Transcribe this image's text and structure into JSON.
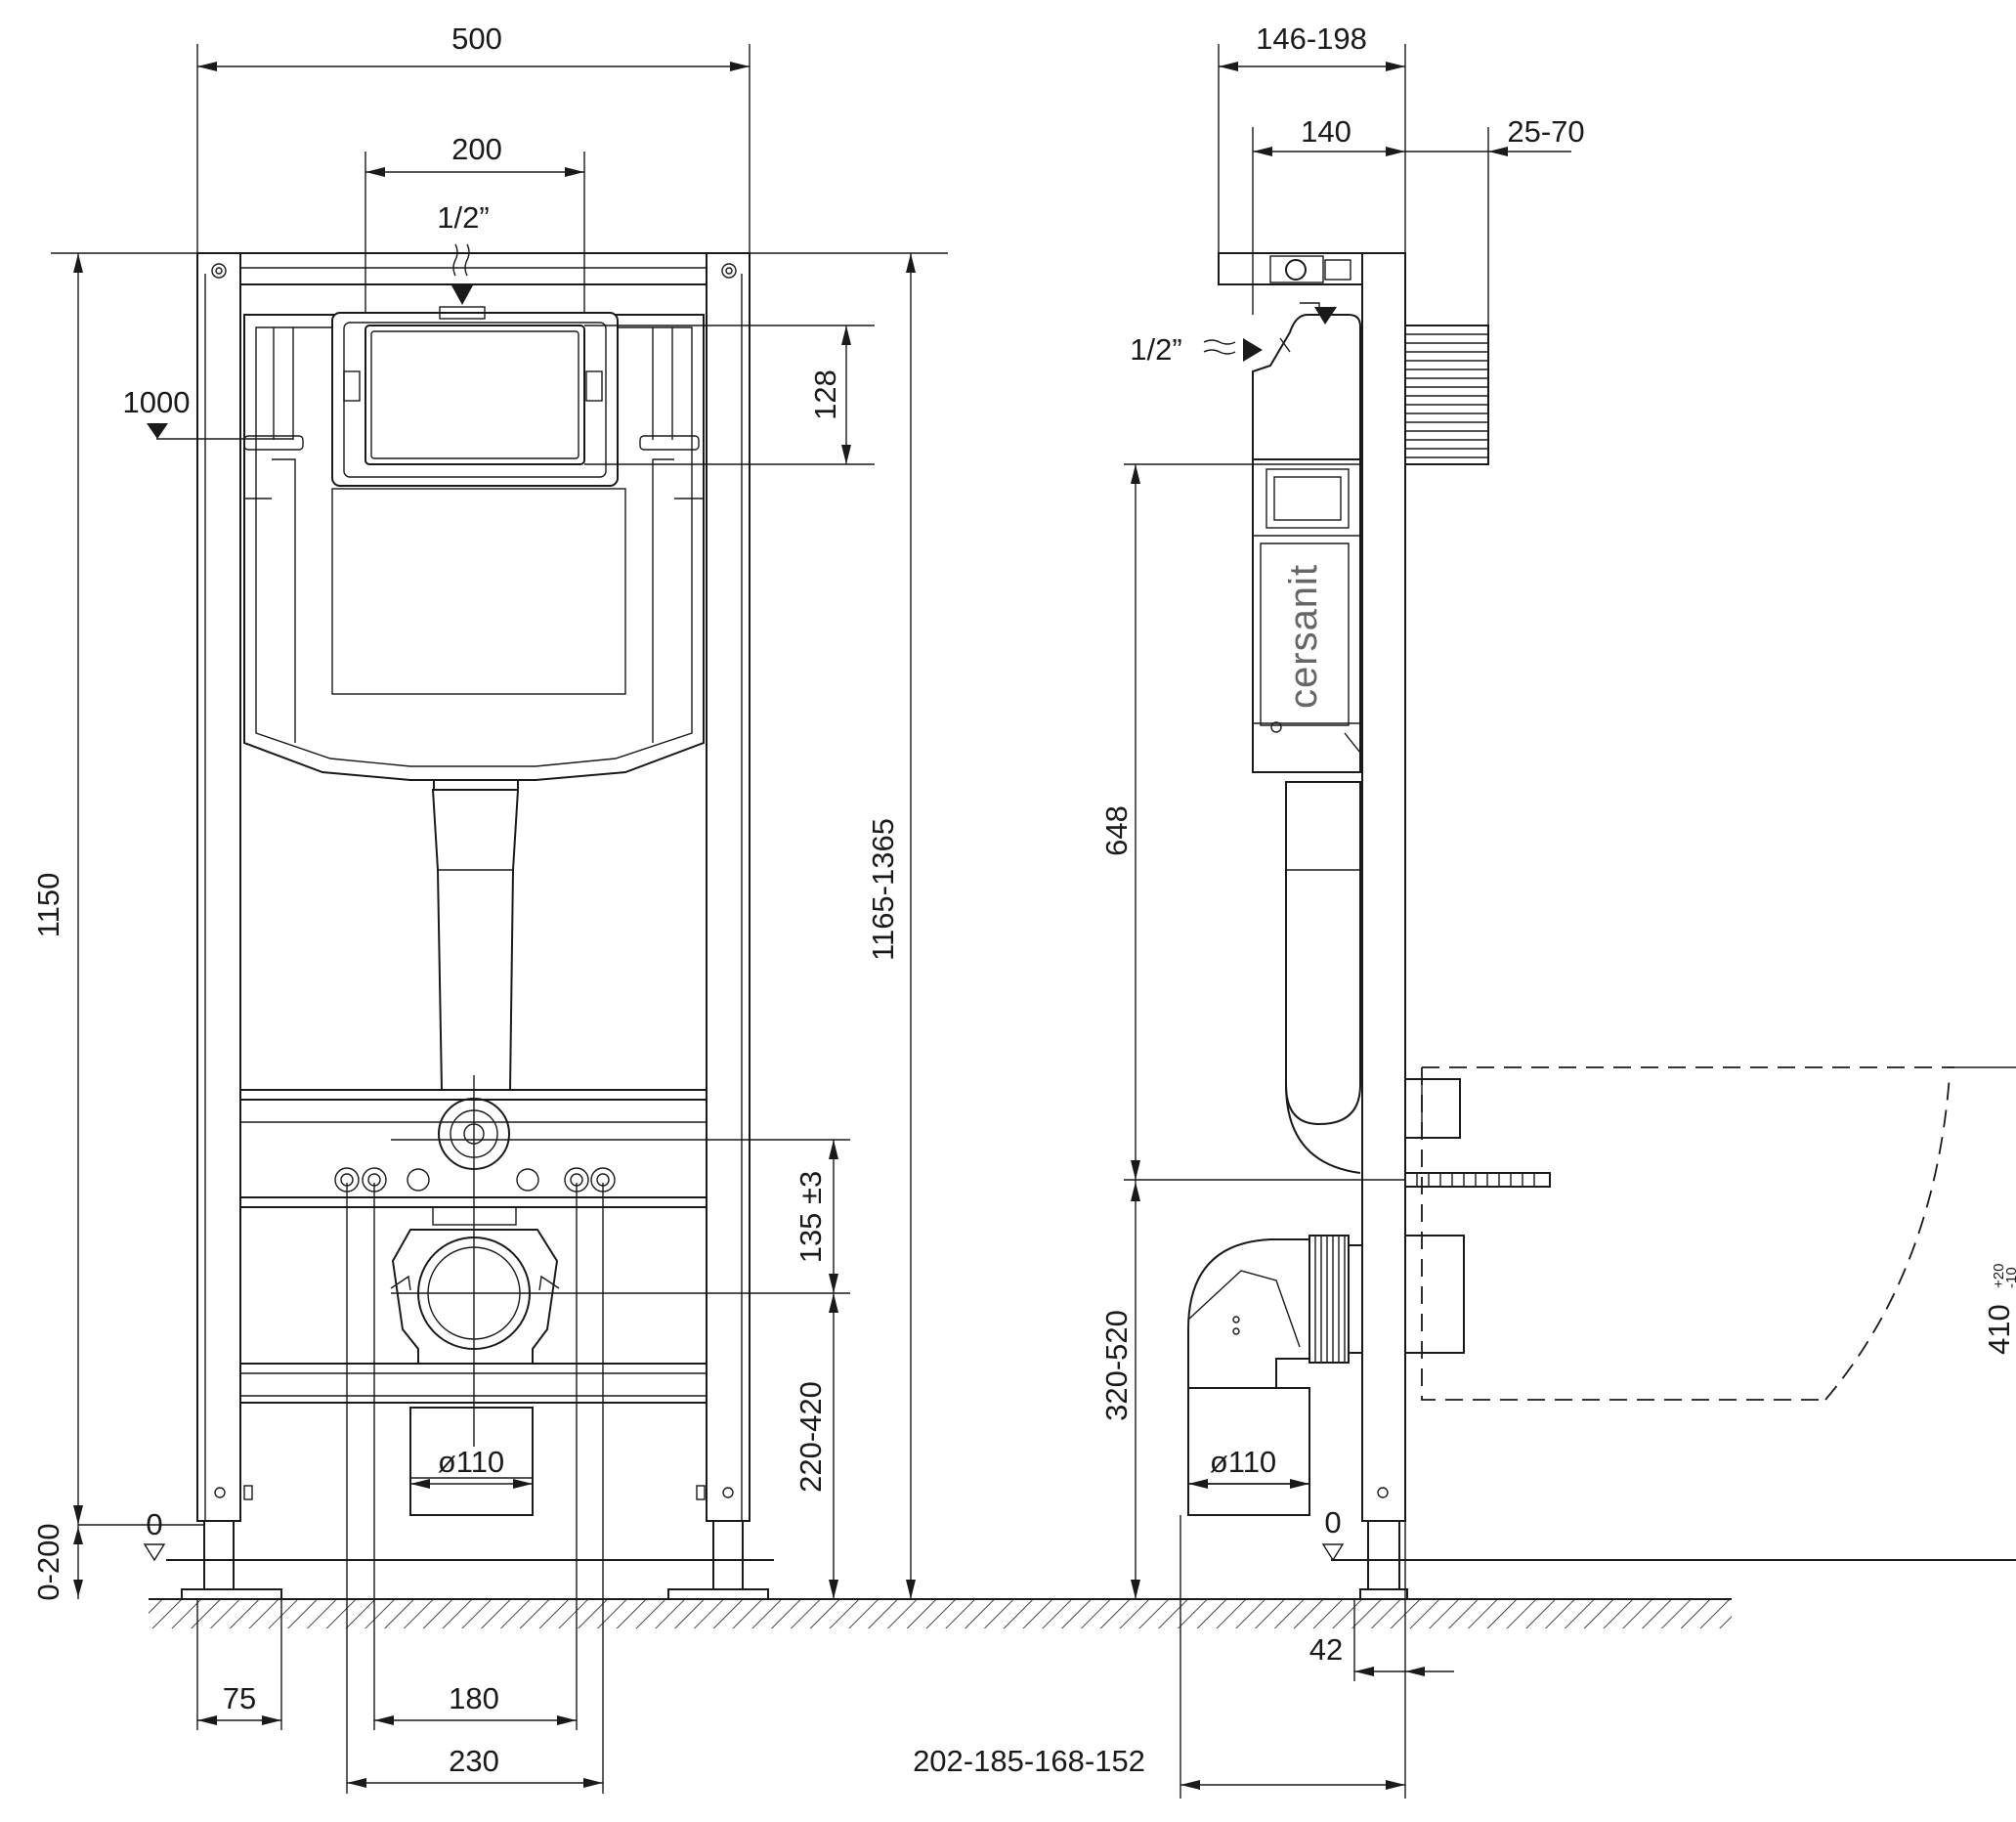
{
  "colors": {
    "line": "#1a1a1a",
    "background": "#ffffff",
    "brand_text": "#666666"
  },
  "brand": "cersanit",
  "front_view": {
    "width_total": "500",
    "button_width": "200",
    "inlet": "1/2”",
    "height_frame": "1150",
    "height_adjustable": "1165-1365",
    "button_height": "128",
    "button_center_height": "1000",
    "bolt_spacing": "135 ±3",
    "outlet_height": "220-420",
    "outlet_diameter": "ø110",
    "leg_adjust": "0-200",
    "zero_level": "0",
    "leg_offset": "75",
    "stud_spacing_inner": "180",
    "stud_spacing_outer": "230"
  },
  "side_view": {
    "depth_total": "146-198",
    "depth_frame": "140",
    "wall_range": "25-70",
    "inlet": "1/2”",
    "tank_height": "648",
    "outlet_height": "320-520",
    "outlet_diameter": "ø110",
    "zero_level": "0",
    "foot_offset": "42",
    "outlet_offsets": "202-185-168-152",
    "bowl_height": "410",
    "bowl_tol_plus": "+20",
    "bowl_tol_minus": "-10"
  }
}
